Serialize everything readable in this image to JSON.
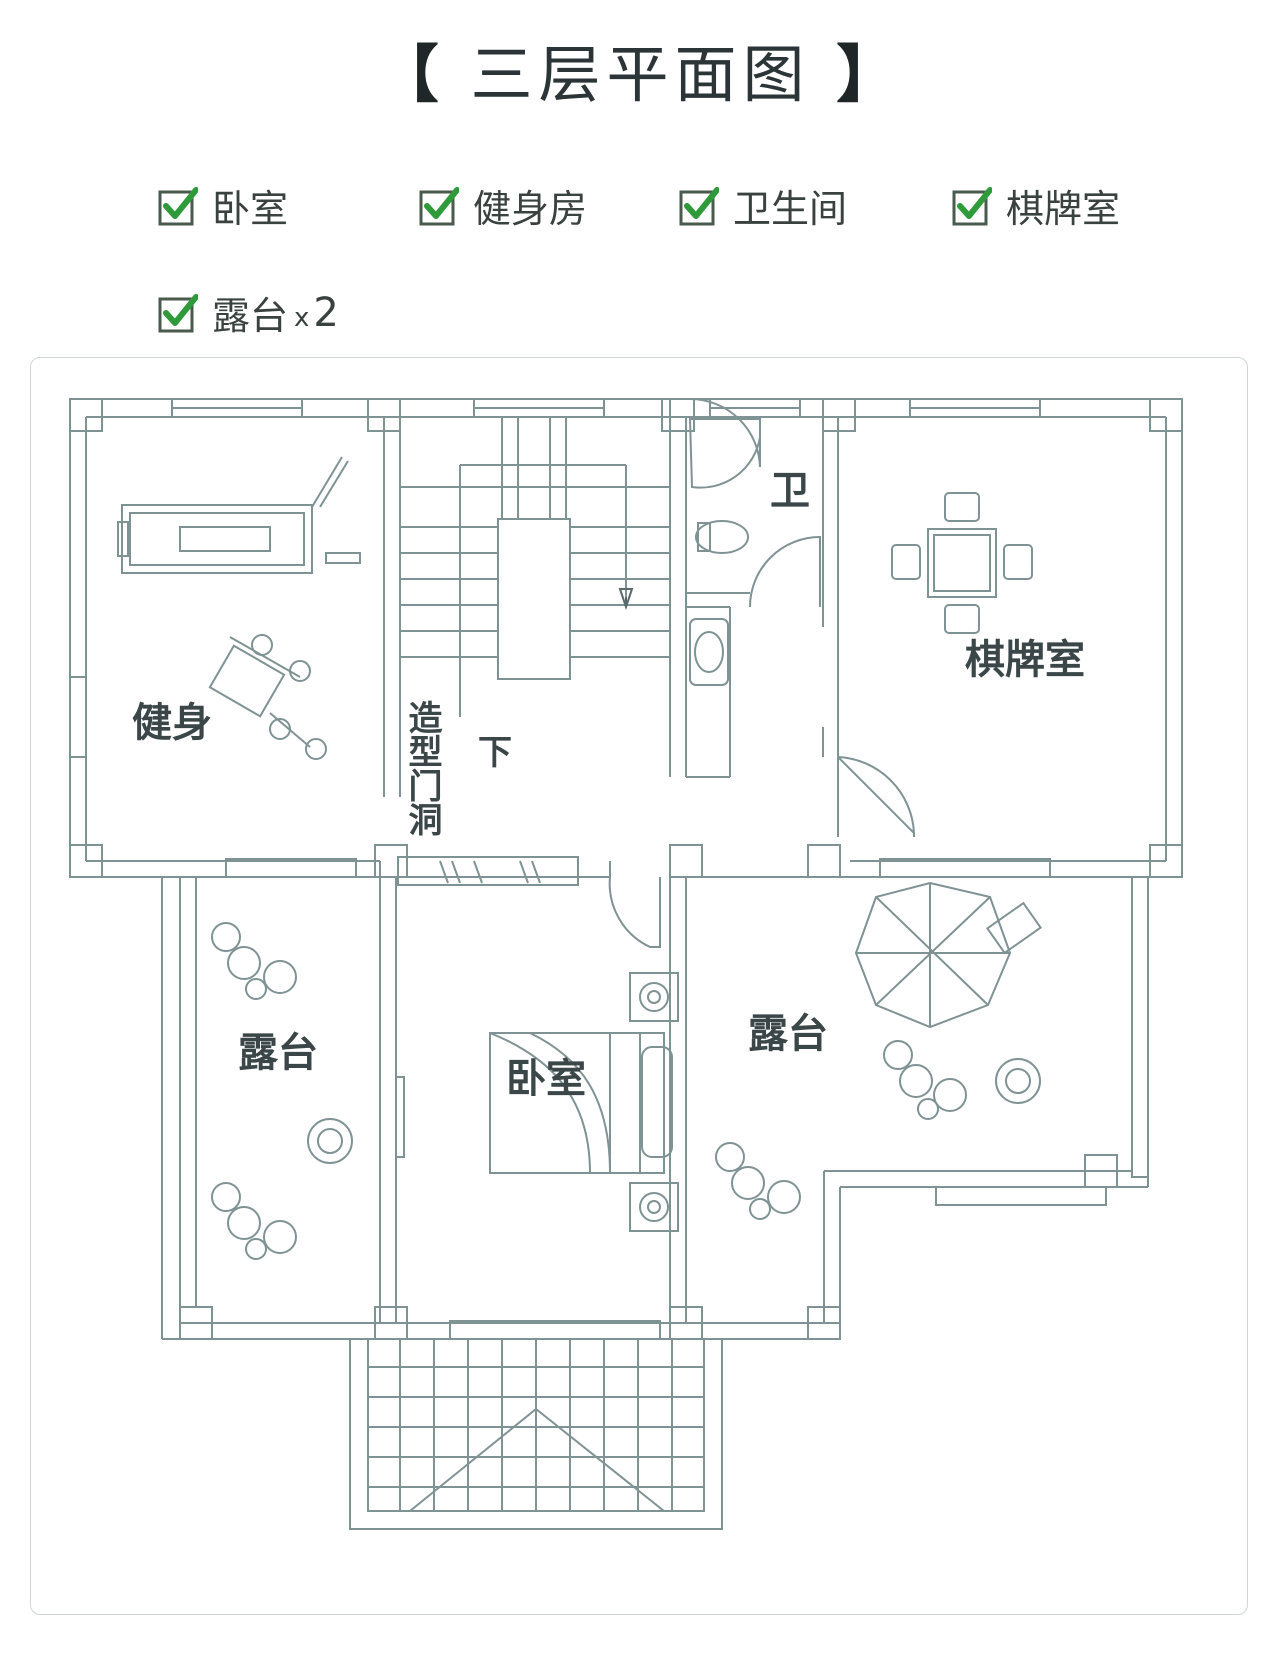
{
  "title": {
    "left_bracket": "【",
    "text": "三层平面图",
    "right_bracket": "】"
  },
  "features": [
    {
      "label": "卧室",
      "icon": "checkbox-checked-icon"
    },
    {
      "label": "健身房",
      "icon": "checkbox-checked-icon"
    },
    {
      "label": "卫生间",
      "icon": "checkbox-checked-icon"
    },
    {
      "label": "棋牌室",
      "icon": "checkbox-checked-icon"
    },
    {
      "label": "露台",
      "suffix_x": "x",
      "suffix_n": "2",
      "icon": "checkbox-checked-icon"
    }
  ],
  "plan": {
    "rooms": {
      "gym": "健身",
      "toilet": "卫",
      "chess": "棋牌室",
      "opening": "造型门洞",
      "down": "下",
      "terrace_left": "露台",
      "bedroom": "卧室",
      "terrace_right": "露台"
    }
  },
  "colors": {
    "line": "#7f9294",
    "check_green": "#2f9a3a",
    "check_box": "#4a5a4d",
    "text_dark": "#2b3436"
  }
}
